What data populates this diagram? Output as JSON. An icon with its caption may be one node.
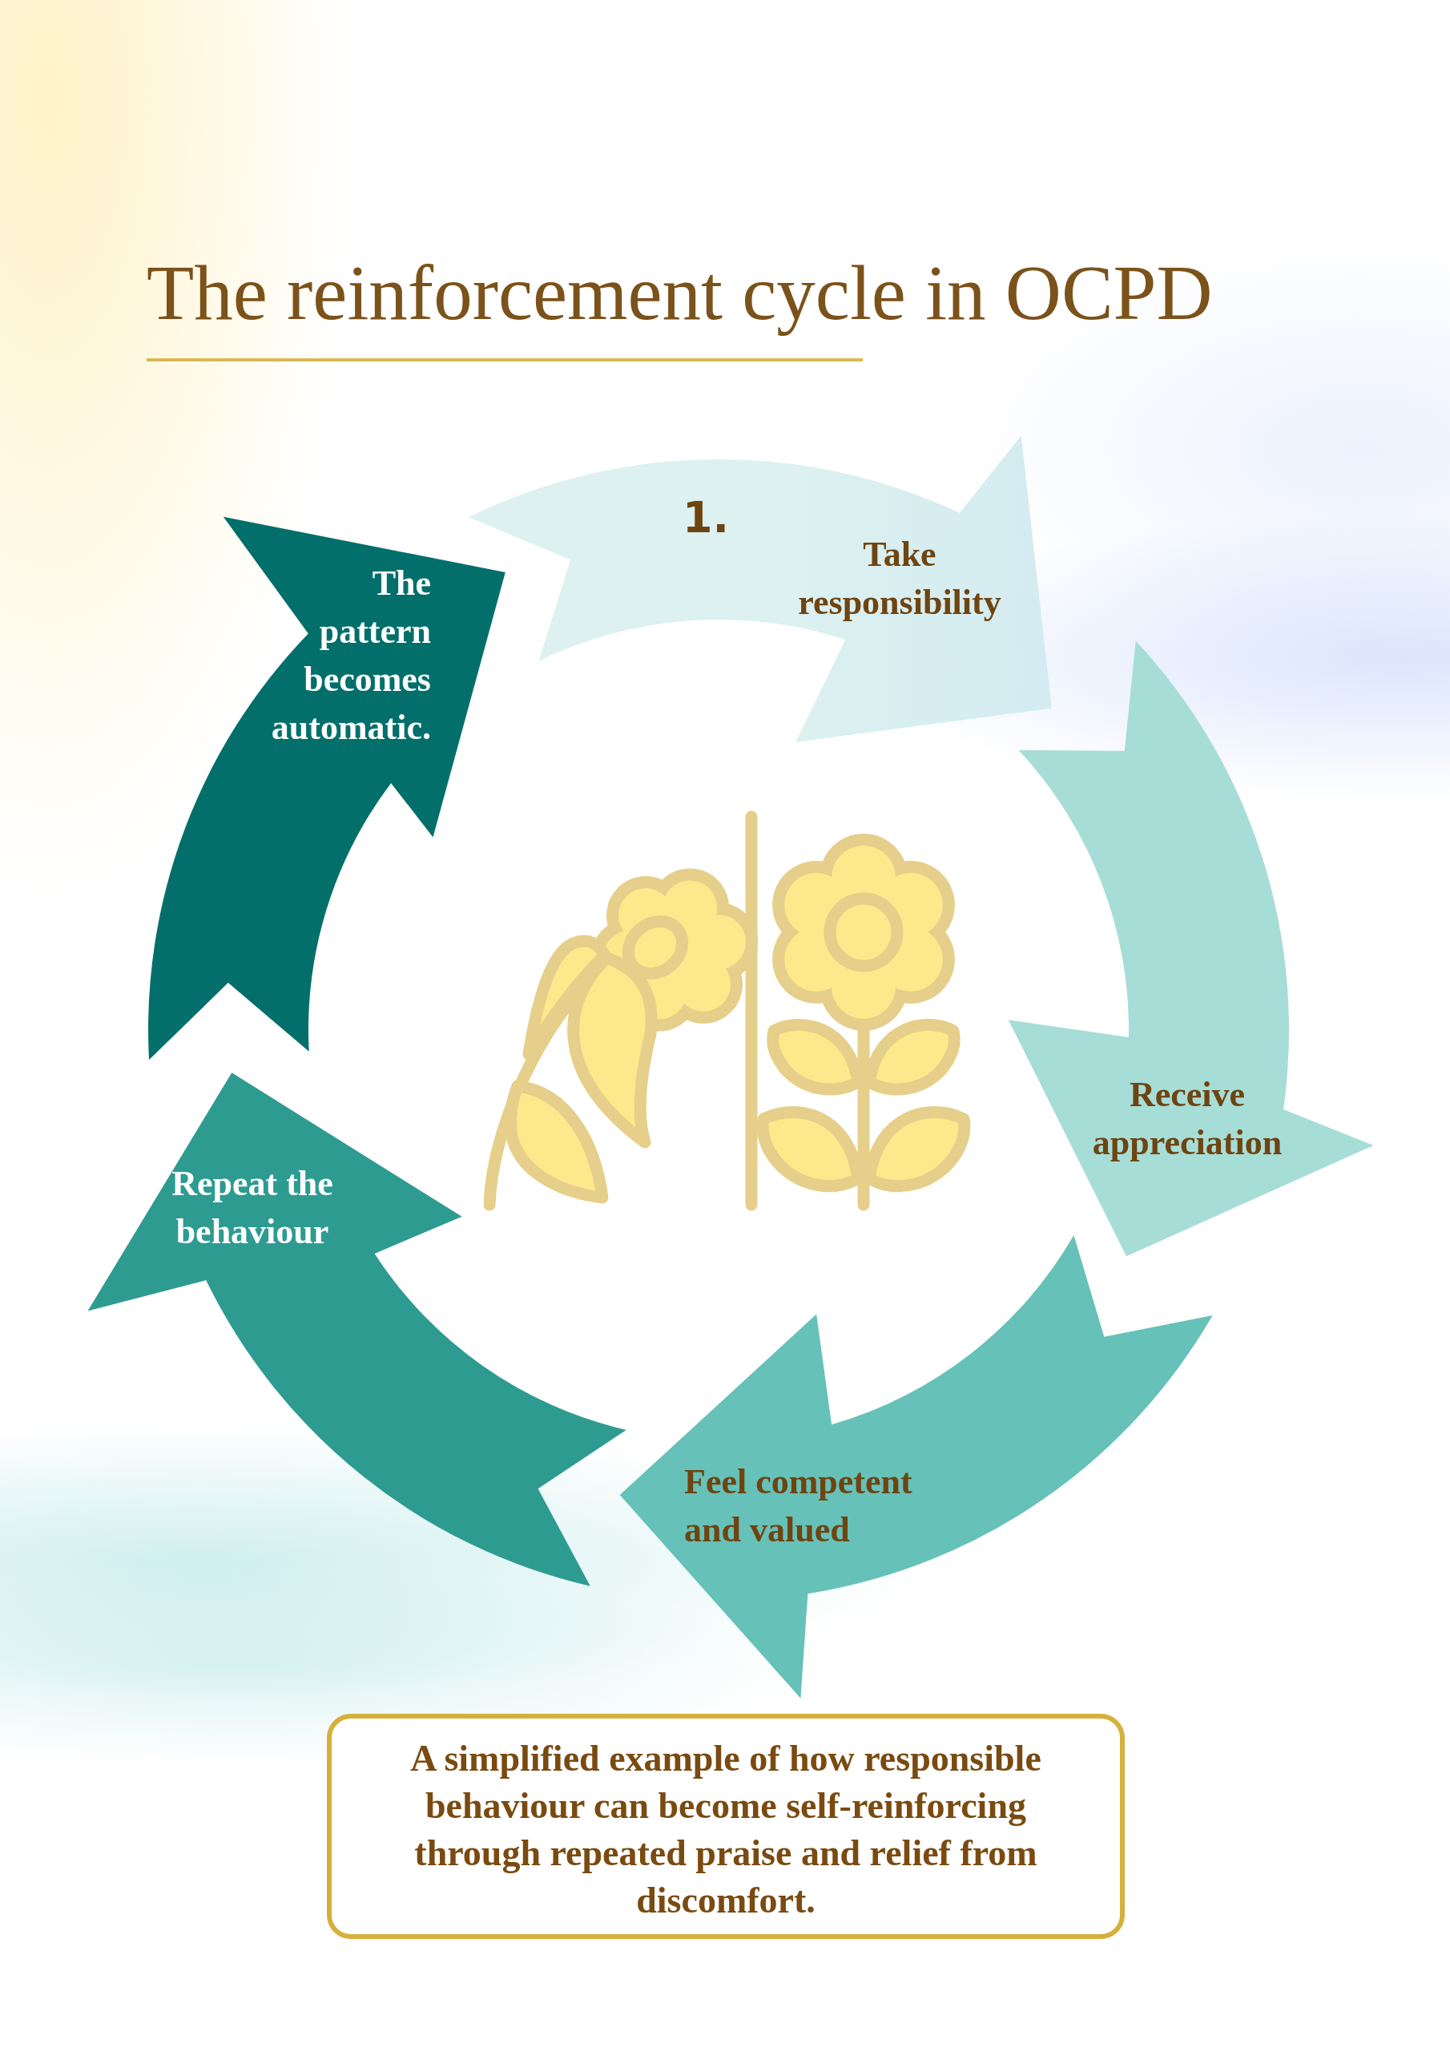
{
  "diagram": {
    "title": "The reinforcement cycle in OCPD",
    "nodes": [
      {
        "text": [
          "1.",
          "Take responsibility"
        ]
      },
      {
        "text": [
          "Receive appreciation"
        ]
      },
      {
        "text": [
          "Feel competent and valued"
        ]
      },
      {
        "text": [
          "Repeat the behaviour"
        ]
      },
      {
        "text": [
          "The pattern becomes automatic."
        ]
      }
    ],
    "caption": "A simplified example of how responsible behaviour can become self-reinforcing through repeated praise and relief from discomfort."
  }
}
